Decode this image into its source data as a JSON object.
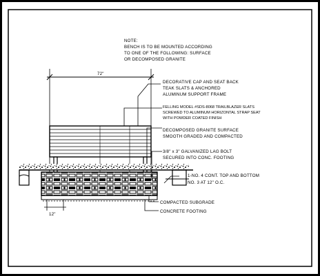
{
  "note": {
    "lines": [
      "NOTE:",
      "BENCH IS TO BE MOUNTED ACCORDING",
      "TO ONE OF THE FOLLOWING: SURFACE",
      "OR DECOMPOSED GRANITE"
    ]
  },
  "dimensions": {
    "overall_width": "72\"",
    "footing_width": "12\""
  },
  "callouts": [
    "DECORATIVE CAP AND SEAT BACK",
    "TEAK SLATS & ANCHORED",
    "ALUMINUM SUPPORT FRAME",
    "FELLING MODEL #SDS-8068 TRAILBLAZER SLATS",
    "SCREWED TO ALUMINUM HORIZONTAL STRAP SEAT",
    "WITH POWDER COATED FINISH",
    "DECOMPOSED GRANITE SURFACE",
    "SMOOTH GRADED AND COMPACTED",
    "3/8\" x 3\" GALVANIZED LAG BOLT",
    "SECURED INTO CONC. FOOTING",
    "1-NO. 4 CONT. TOP AND BOTTOM",
    "NO. 3 AT 12\" O.C.",
    "COMPACTED SUBGRADE",
    "CONCRETE FOOTING"
  ]
}
